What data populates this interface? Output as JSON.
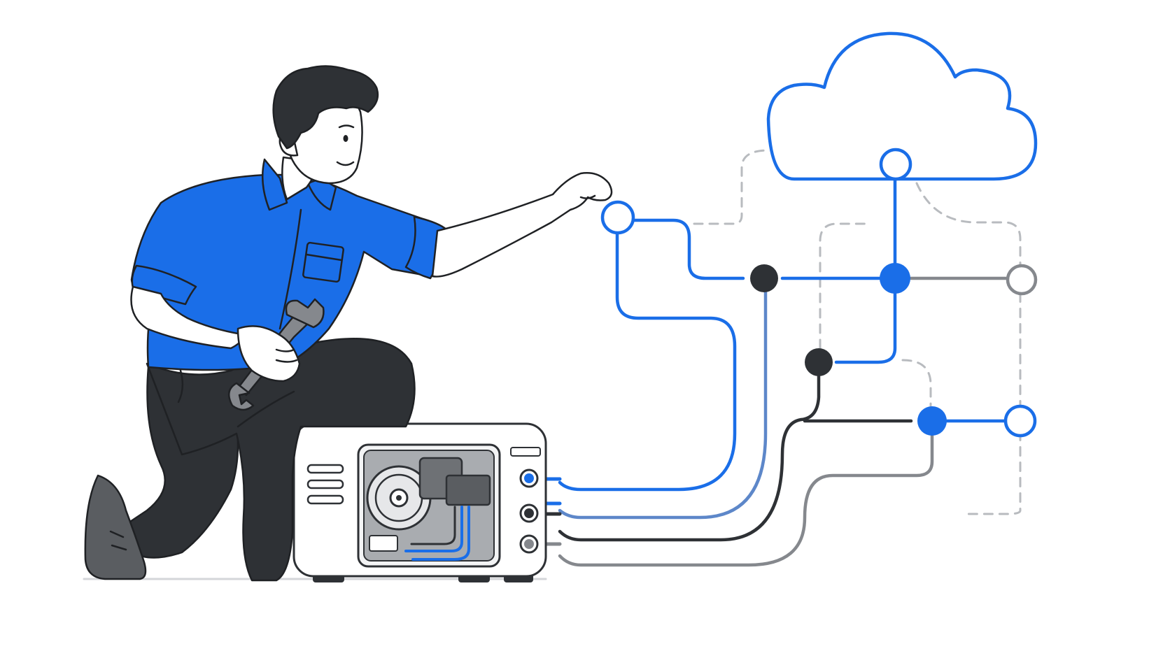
{
  "colors": {
    "accent": "#1a6ee8",
    "dark": "#2e3135",
    "gray": "#85888d",
    "light_gray": "#b8bbbf",
    "white": "#ffffff"
  },
  "figure": {
    "subject": "person",
    "appliance": "air-conditioner-unit",
    "cloud": "cloud-icon",
    "network": "circuit-network"
  }
}
